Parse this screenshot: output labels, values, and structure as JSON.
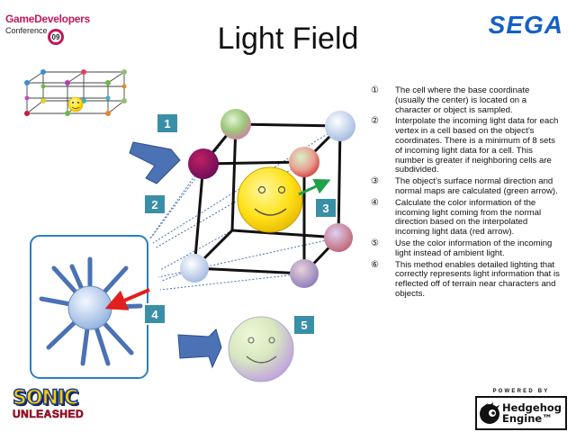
{
  "header": {
    "gdc_title": "GameDevelopers",
    "gdc_sub": "Conference",
    "gdc_year": "09",
    "sega": "SEGA",
    "slide_title": "Light Field"
  },
  "diagram": {
    "callouts": [
      "1",
      "2",
      "3",
      "4",
      "5"
    ]
  },
  "steps": [
    {
      "num": "①",
      "text": "The  cell where the base coordinate (usually the center) is located on a character or object is sampled."
    },
    {
      "num": "②",
      "text": "Interpolate the incoming light data for each vertex in a cell based on the object’s coordinates. There is a minimum of 8 sets of incoming light data for a cell. This number is greater if neighboring cells are subdivided."
    },
    {
      "num": "③",
      "text": "The object’s surface normal direction and normal maps are calculated (green arrow)."
    },
    {
      "num": "④",
      "text": "Calculate the color information of the incoming light coming from the normal direction based on the interpolated incoming light data (red arrow)."
    },
    {
      "num": "⑤",
      "text": "Use the color information of the incoming light instead of ambient light."
    },
    {
      "num": "⑥",
      "text": "This method enables detailed lighting that correctly represents light information that is reflected off of terrain near characters and objects."
    }
  ],
  "footer": {
    "sonic_top": "SONIC",
    "sonic_bottom": "UNLEASHED",
    "powered_by": "POWERED BY",
    "engine_line1": "Hedgehog",
    "engine_line2": "Engine™"
  },
  "colors": {
    "callout_fill": "#3a8fa8",
    "cube_edge": "#111111",
    "arrow_blue": "#4a72b4",
    "normal_arrow": "#1fa04a",
    "light_arrow": "#e0201c"
  }
}
